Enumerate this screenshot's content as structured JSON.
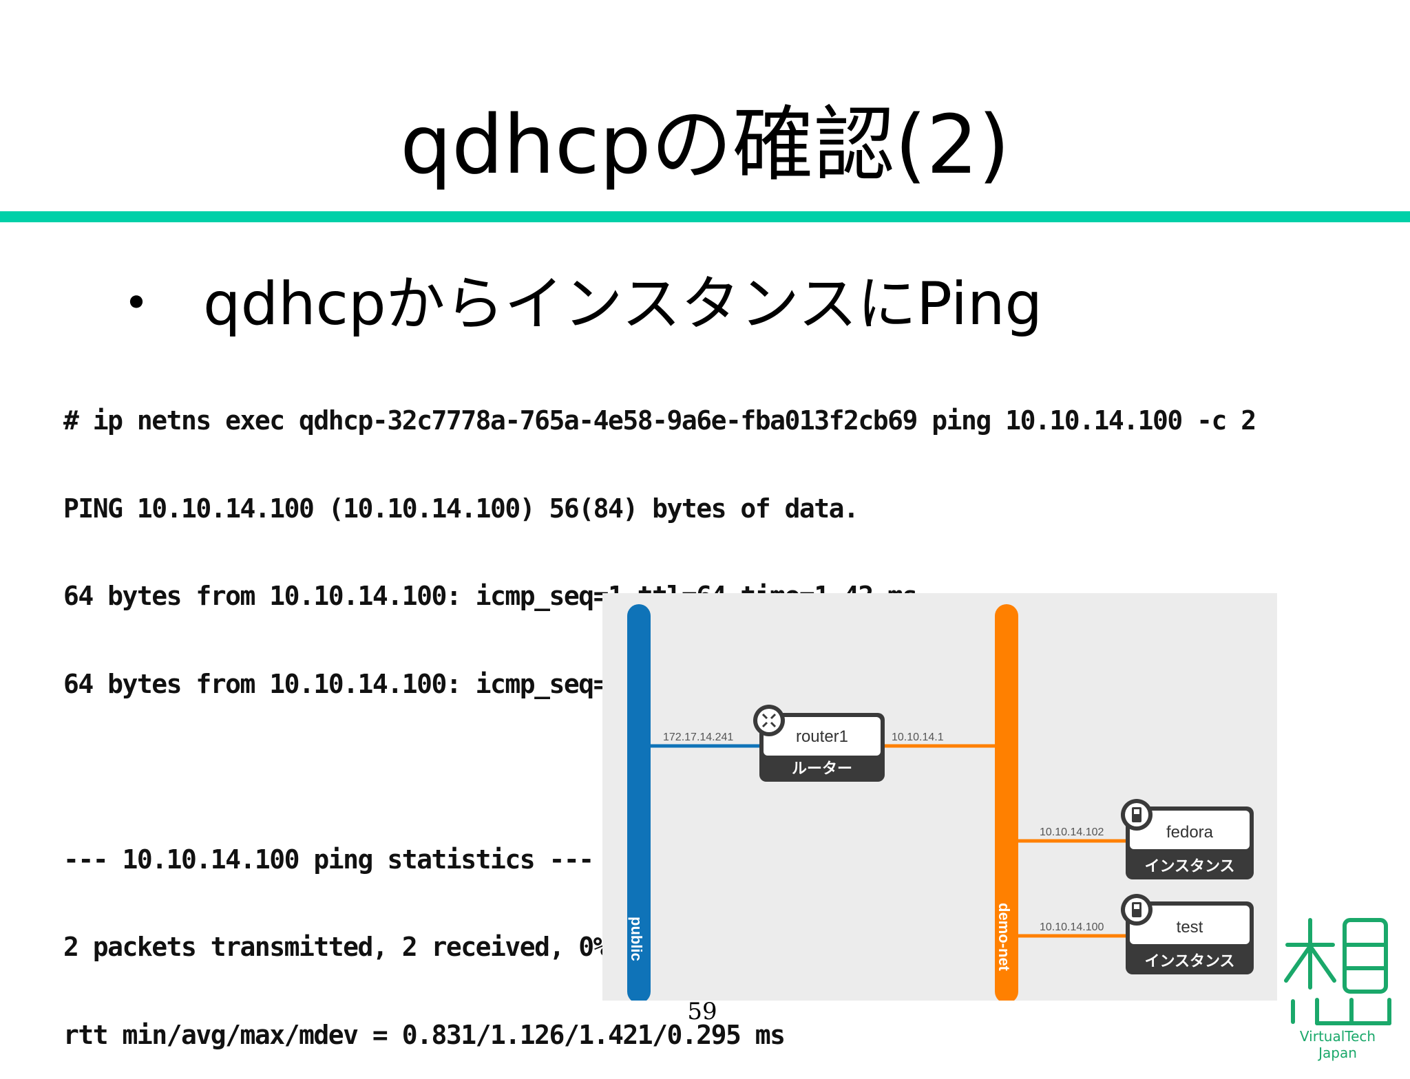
{
  "slide": {
    "title": "qdhcpの確認(2)",
    "bullet_marker": "・",
    "bullet_text": "qdhcpからインスタンスにPing",
    "page_number": "59",
    "accent_color": "#00d0a8"
  },
  "terminal": {
    "lines": [
      "# ip netns exec qdhcp-32c7778a-765a-4e58-9a6e-fba013f2cb69 ping 10.10.14.100 -c 2",
      "PING 10.10.14.100 (10.10.14.100) 56(84) bytes of data.",
      "64 bytes from 10.10.14.100: icmp_seq=1 ttl=64 time=1.42 ms",
      "64 bytes from 10.10.14.100: icmp_seq=2 ttl=64 time=0.831 ms",
      "",
      "--- 10.10.14.100 ping statistics ---",
      "2 packets transmitted, 2 received, 0% packet loss, time 1000ms",
      "rtt min/avg/max/mdev = 0.831/1.126/1.421/0.295 ms"
    ]
  },
  "topology": {
    "public_network_label": "public",
    "public_color": "#0f73b8",
    "demo_network_label": "demo-net",
    "demo_color": "#ff8000",
    "router": {
      "name": "router1",
      "type_label": "ルーター",
      "ip_public": "172.17.14.241",
      "ip_demo": "10.10.14.1",
      "icon": "router-icon"
    },
    "instances": [
      {
        "name": "fedora",
        "type_label": "インスタンス",
        "ip": "10.10.14.102",
        "icon": "server-icon"
      },
      {
        "name": "test",
        "type_label": "インスタンス",
        "ip": "10.10.14.100",
        "icon": "server-icon"
      }
    ]
  },
  "logo": {
    "text": "VirtualTech Japan",
    "color": "#1aa86a"
  }
}
